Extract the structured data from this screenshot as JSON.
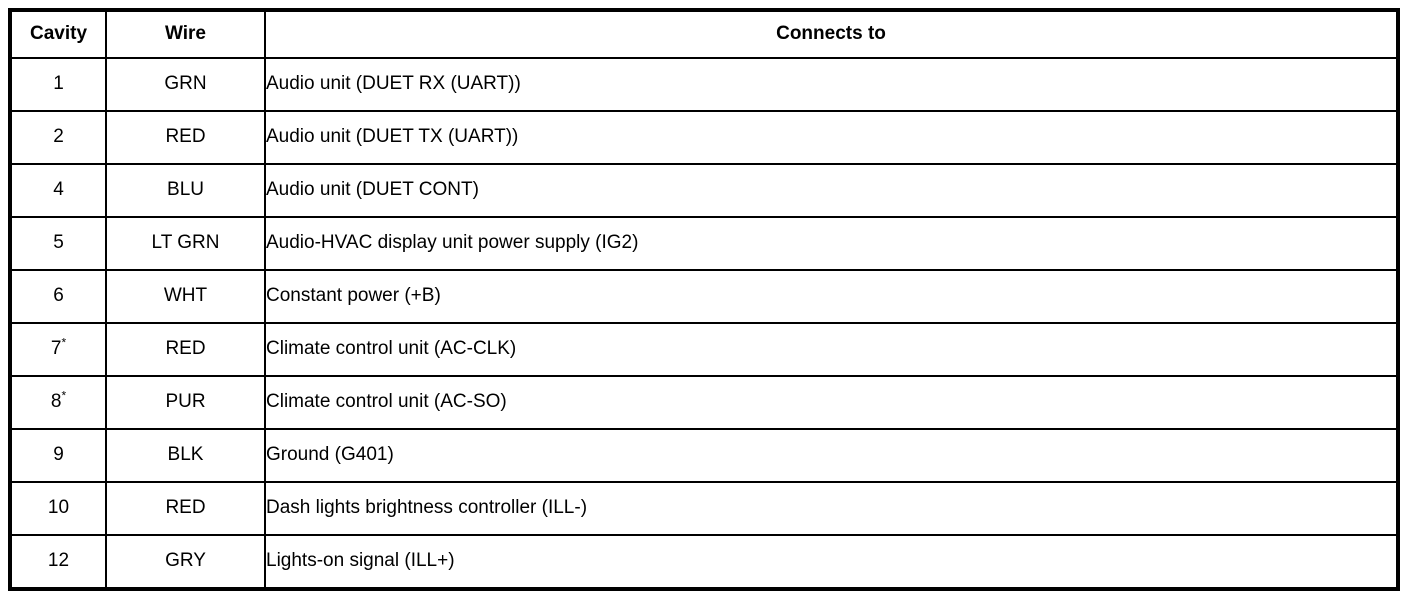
{
  "table": {
    "columns": [
      "Cavity",
      "Wire",
      "Connects to"
    ],
    "rows": [
      {
        "cavity": "1",
        "cavity_note": "",
        "wire": "GRN",
        "connects_to": "Audio unit (DUET RX (UART))"
      },
      {
        "cavity": "2",
        "cavity_note": "",
        "wire": "RED",
        "connects_to": "Audio unit (DUET TX (UART))"
      },
      {
        "cavity": "4",
        "cavity_note": "",
        "wire": "BLU",
        "connects_to": "Audio unit (DUET CONT)"
      },
      {
        "cavity": "5",
        "cavity_note": "",
        "wire": "LT GRN",
        "connects_to": "Audio-HVAC display unit power supply (IG2)"
      },
      {
        "cavity": "6",
        "cavity_note": "",
        "wire": "WHT",
        "connects_to": "Constant power (+B)"
      },
      {
        "cavity": "7",
        "cavity_note": "*",
        "wire": "RED",
        "connects_to": "Climate control unit (AC-CLK)"
      },
      {
        "cavity": "8",
        "cavity_note": "*",
        "wire": "PUR",
        "connects_to": "Climate control unit (AC-SO)"
      },
      {
        "cavity": "9",
        "cavity_note": "",
        "wire": "BLK",
        "connects_to": "Ground (G401)"
      },
      {
        "cavity": "10",
        "cavity_note": "",
        "wire": "RED",
        "connects_to": "Dash lights brightness controller (ILL-)"
      },
      {
        "cavity": "12",
        "cavity_note": "",
        "wire": "GRY",
        "connects_to": "Lights-on signal (ILL+)"
      }
    ]
  },
  "colors": {
    "border": "#000000",
    "background": "#ffffff",
    "text": "#000000"
  }
}
